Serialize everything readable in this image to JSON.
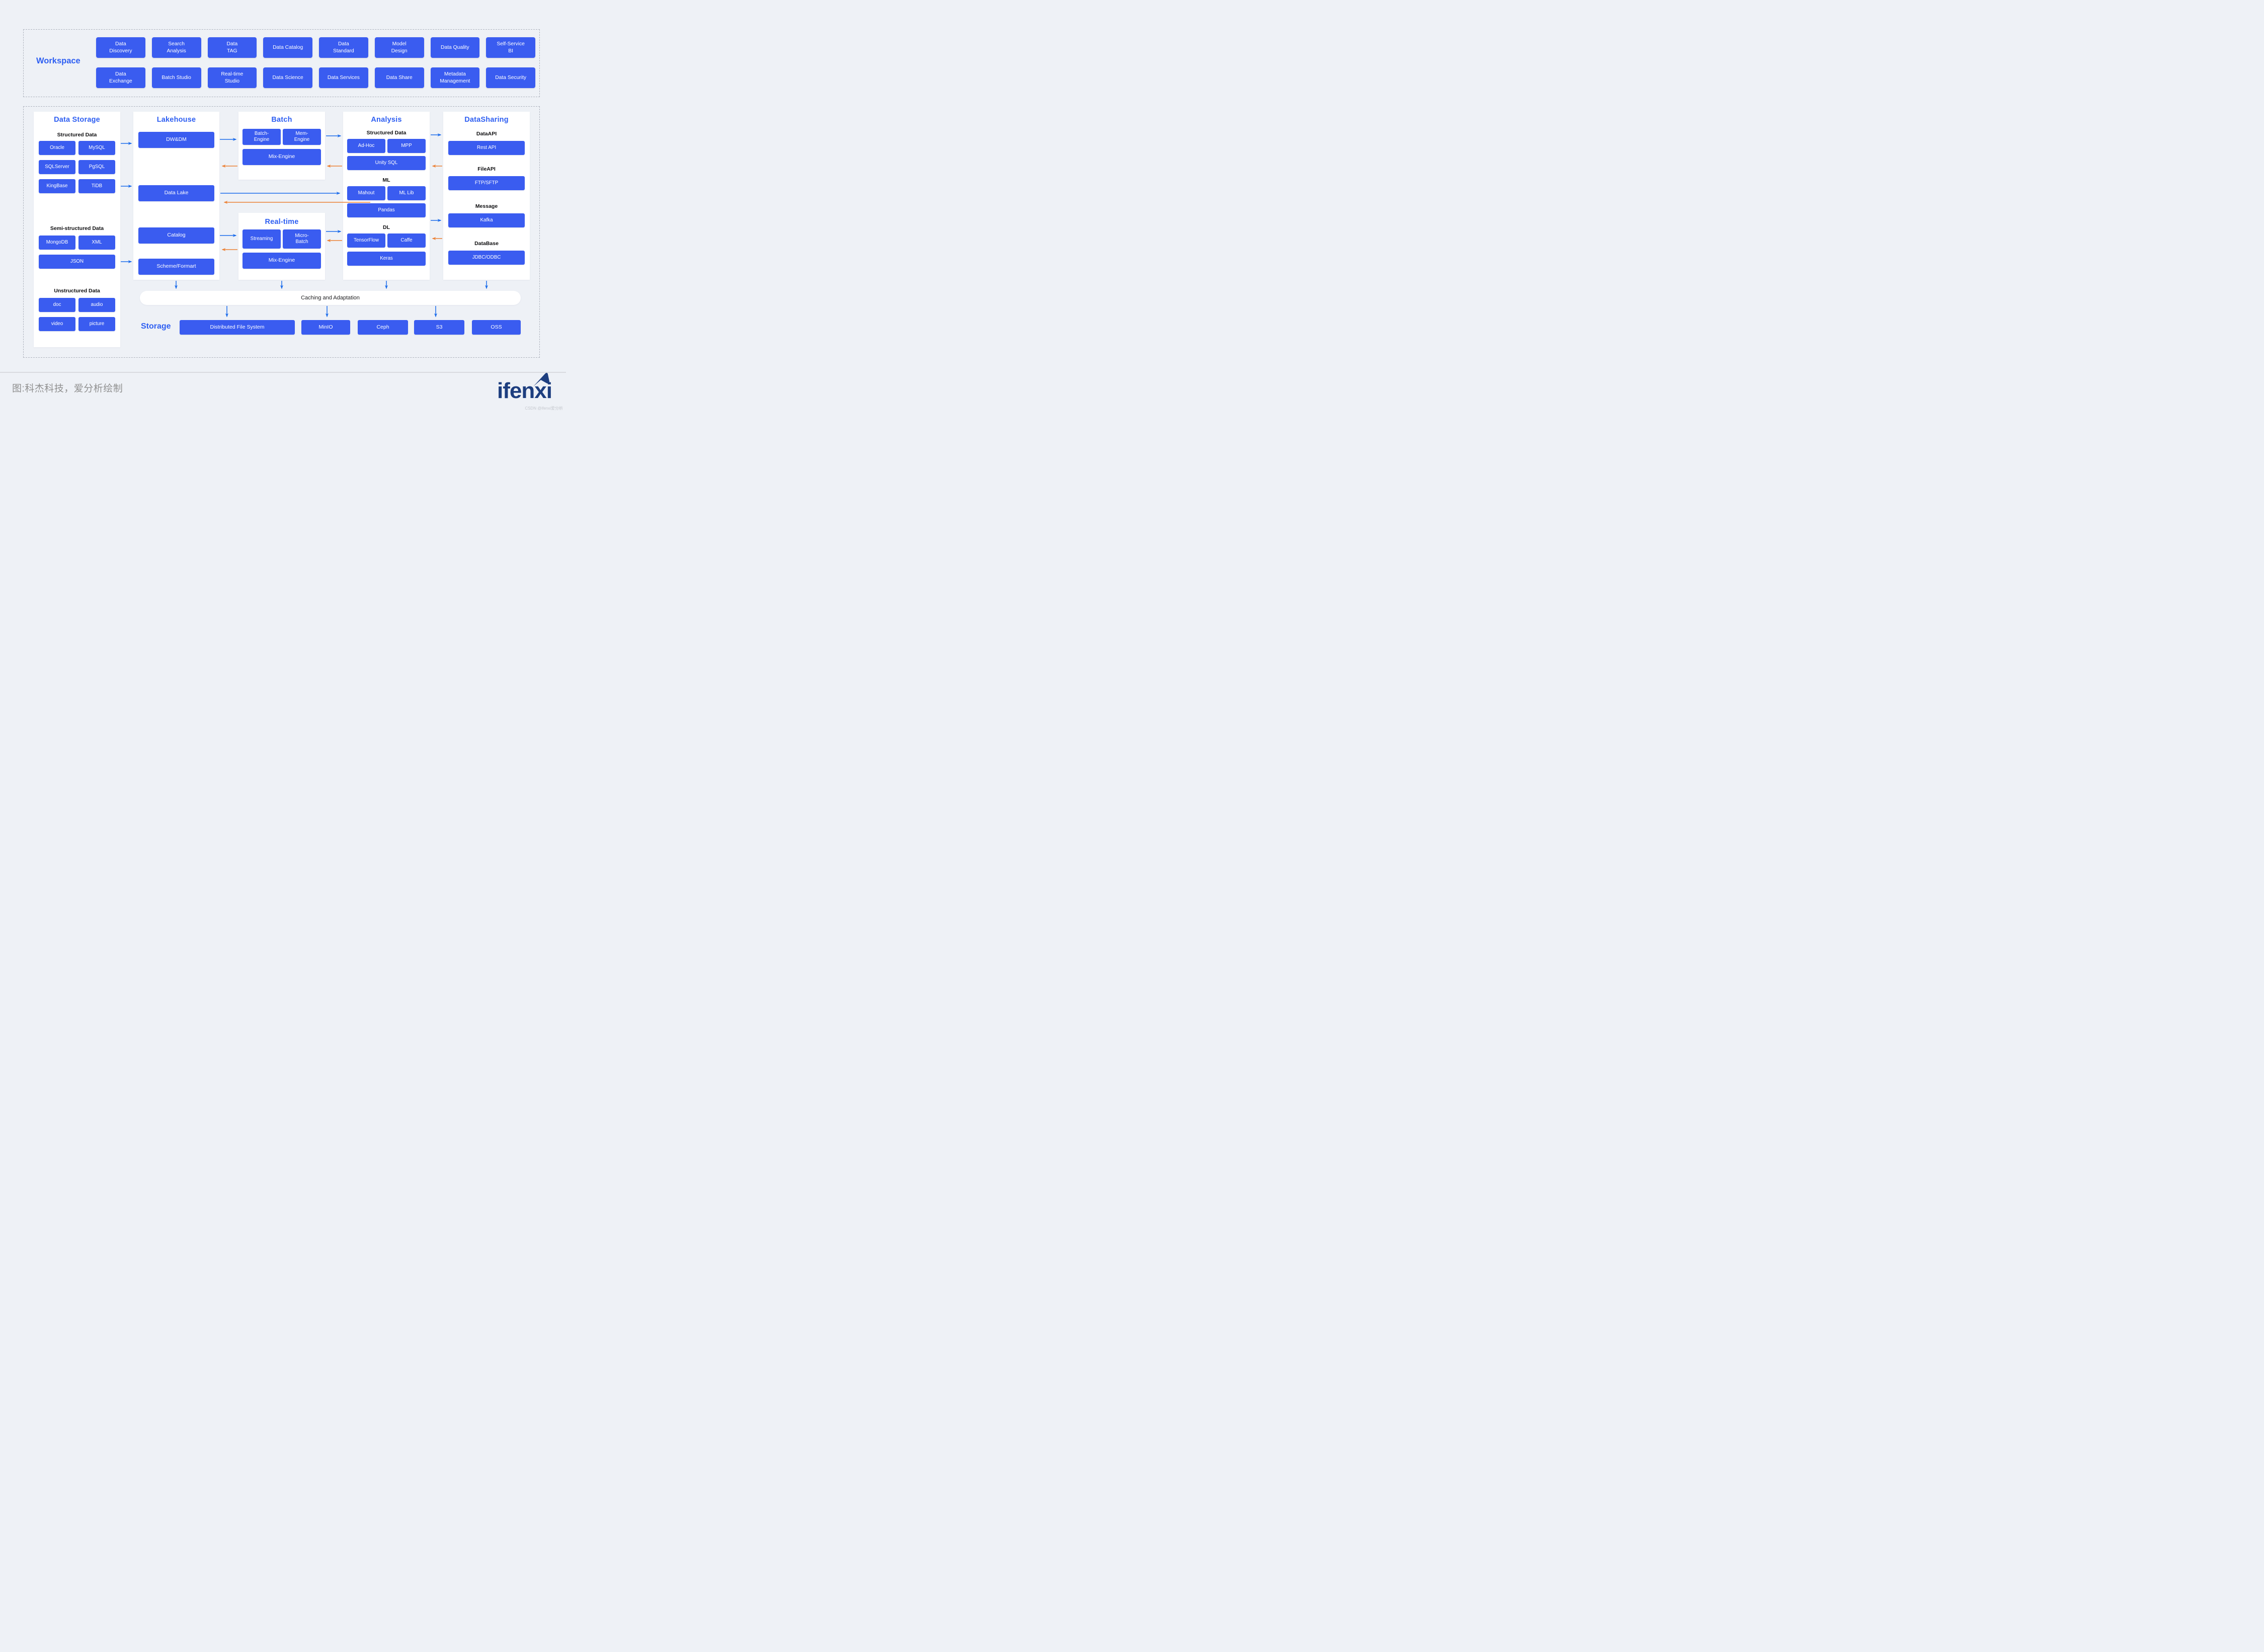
{
  "colors": {
    "accent": "#3a5cf0",
    "arrow-blue": "#1b6ceb",
    "arrow-orange": "#ec8135",
    "title-blue": "#2e5ff2",
    "logo-navy": "#1d3e7f"
  },
  "workspace": {
    "title": "Workspace",
    "row1": [
      "Data\nDiscovery",
      "Search\nAnalysis",
      "Data\nTAG",
      "Data Catalog",
      "Data\nStandard",
      "Model\nDesign",
      "Data Quality",
      "Self-Service\nBI"
    ],
    "row2": [
      "Data\nExchange",
      "Batch Studio",
      "Real-time\nStudio",
      "Data Science",
      "Data Services",
      "Data Share",
      "Metadata\nManagement",
      "Data Security"
    ]
  },
  "storage_col": {
    "title": "Data Storage",
    "structured_heading": "Structured Data",
    "structured": [
      "Oracle",
      "MySQL",
      "SQLServer",
      "PgSQL",
      "KingBase",
      "TiDB"
    ],
    "semi_heading": "Semi-structured Data",
    "semi": [
      "MongoDB",
      "XML"
    ],
    "semi_wide": "JSON",
    "unstructured_heading": "Unstructured Data",
    "unstructured": [
      "doc",
      "audio",
      "video",
      "picture"
    ]
  },
  "lakehouse": {
    "title": "Lakehouse",
    "boxes": [
      "DW&DM",
      "Data Lake",
      "Catalog",
      "Scheme/Formart"
    ]
  },
  "batch": {
    "title": "Batch",
    "engines": [
      "Batch-\nEngine",
      "Mem-\nEngine"
    ],
    "wide": "Mix-Engine"
  },
  "realtime": {
    "title": "Real-time",
    "engines": [
      "Streaming",
      "Micro-\nBatch"
    ],
    "wide": "Mix-Engine"
  },
  "analysis": {
    "title": "Analysis",
    "sections": [
      {
        "heading": "Structured Data",
        "pair": [
          "Ad-Hoc",
          "MPP"
        ],
        "wide": "Unity SQL"
      },
      {
        "heading": "ML",
        "pair": [
          "Mahout",
          "ML Lib"
        ],
        "wide": "Pandas"
      },
      {
        "heading": "DL",
        "pair": [
          "TensorFlow",
          "Caffe"
        ],
        "wide": "Keras"
      }
    ]
  },
  "datasharing": {
    "title": "DataSharing",
    "sections": [
      {
        "heading": "DataAPI",
        "box": "Rest API"
      },
      {
        "heading": "FileAPI",
        "box": "FTP/SFTP"
      },
      {
        "heading": "Message",
        "box": "Kafka"
      },
      {
        "heading": "DataBase",
        "box": "JDBC/ODBC"
      }
    ]
  },
  "caching_label": "Caching and Adaptation",
  "storage_row": {
    "label": "Storage",
    "items": [
      "Distributed File System",
      "MinIO",
      "Ceph",
      "S3",
      "OSS"
    ]
  },
  "footer": {
    "caption": "图:科杰科技，爱分析绘制",
    "logo": "ifenxi",
    "watermark": "CSDN @ifenxi爱分析"
  }
}
